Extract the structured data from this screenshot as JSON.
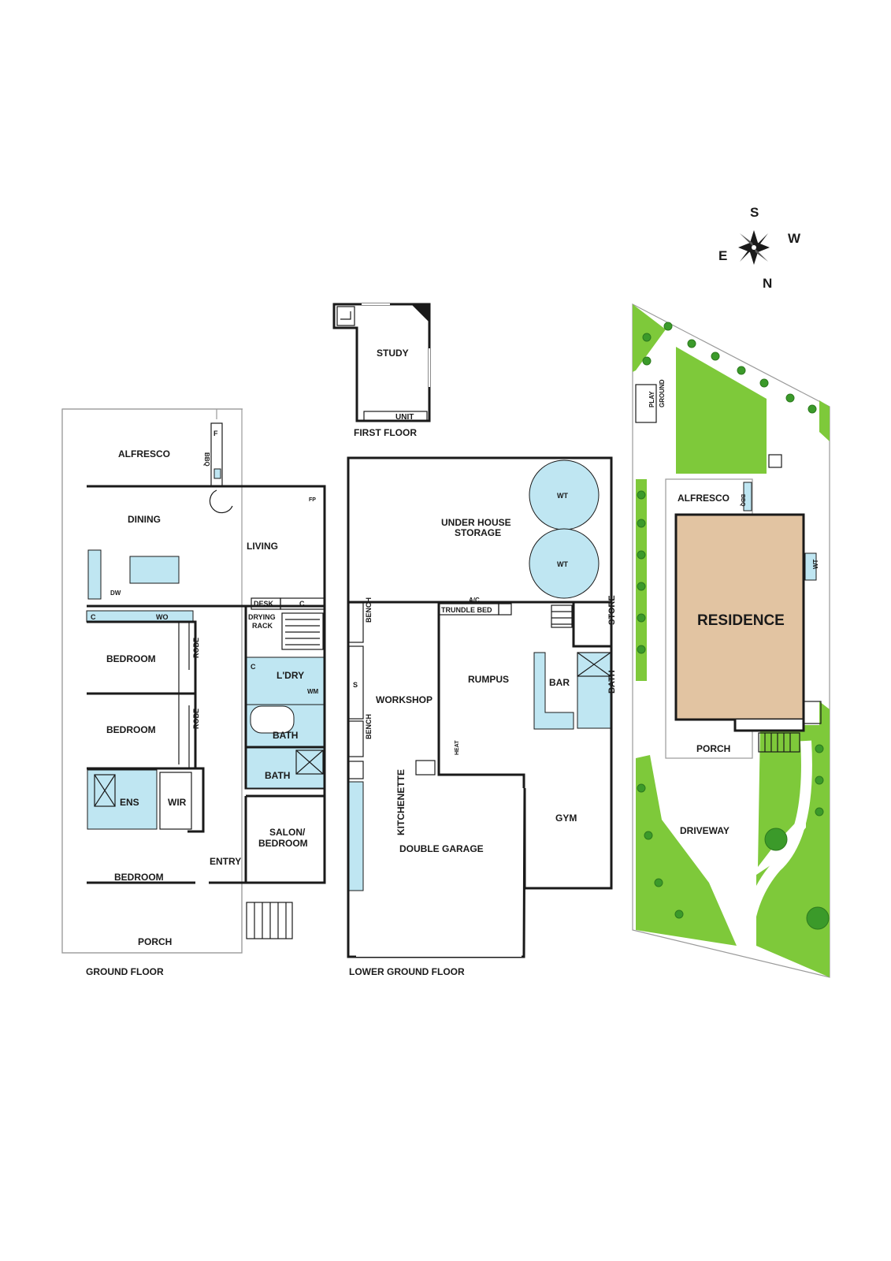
{
  "compass": {
    "s": "S",
    "w": "W",
    "e": "E",
    "n": "N"
  },
  "floors": {
    "ground": {
      "title": "GROUND FLOOR",
      "rooms": {
        "alfresco": "ALFRESCO",
        "dining": "DINING",
        "living": "LIVING",
        "bedroom1": "BEDROOM",
        "bedroom2": "BEDROOM",
        "bedroom3": "BEDROOM",
        "ens": "ENS",
        "wir": "WIR",
        "entry": "ENTRY",
        "porch": "PORCH",
        "laundry": "L'DRY",
        "bath1": "BATH",
        "bath2": "BATH",
        "salon": "SALON/",
        "salon2": "BEDROOM",
        "desk": "DESK",
        "drying1": "DRYING",
        "drying2": "RACK"
      },
      "fixtures": {
        "f": "F",
        "bbq": "BBQ",
        "fp": "FP",
        "dw": "DW",
        "c": "C",
        "wo": "WO",
        "robe": "ROBE",
        "wm": "WM"
      }
    },
    "first": {
      "title": "FIRST FLOOR",
      "rooms": {
        "study": "STUDY",
        "unit": "UNIT"
      }
    },
    "lower": {
      "title": "LOWER GROUND FLOOR",
      "rooms": {
        "storage1": "UNDER HOUSE",
        "storage2": "STORAGE",
        "wt": "WT",
        "ac": "A/C",
        "trundle": "TRUNDLE BED",
        "bench": "BENCH",
        "s": "S",
        "workshop": "WORKSHOP",
        "rumpus": "RUMPUS",
        "bar": "BAR",
        "bath": "BATH",
        "store": "STORE",
        "heat": "HEAT",
        "kitchenette": "KITCHENETTE",
        "garage": "DOUBLE GARAGE",
        "gym": "GYM"
      }
    },
    "site": {
      "playground1": "PLAY",
      "playground2": "GROUND",
      "alfresco": "ALFRESCO",
      "bbq": "BBQ",
      "residence": "RESIDENCE",
      "wt": "WT",
      "porch": "PORCH",
      "driveway": "DRIVEWAY"
    }
  },
  "colors": {
    "wall": "#1a1a1a",
    "wet_area": "#bfe6f2",
    "lawn": "#7ec93a",
    "tree": "#3b9a2a",
    "residence": "#e2c4a2"
  }
}
